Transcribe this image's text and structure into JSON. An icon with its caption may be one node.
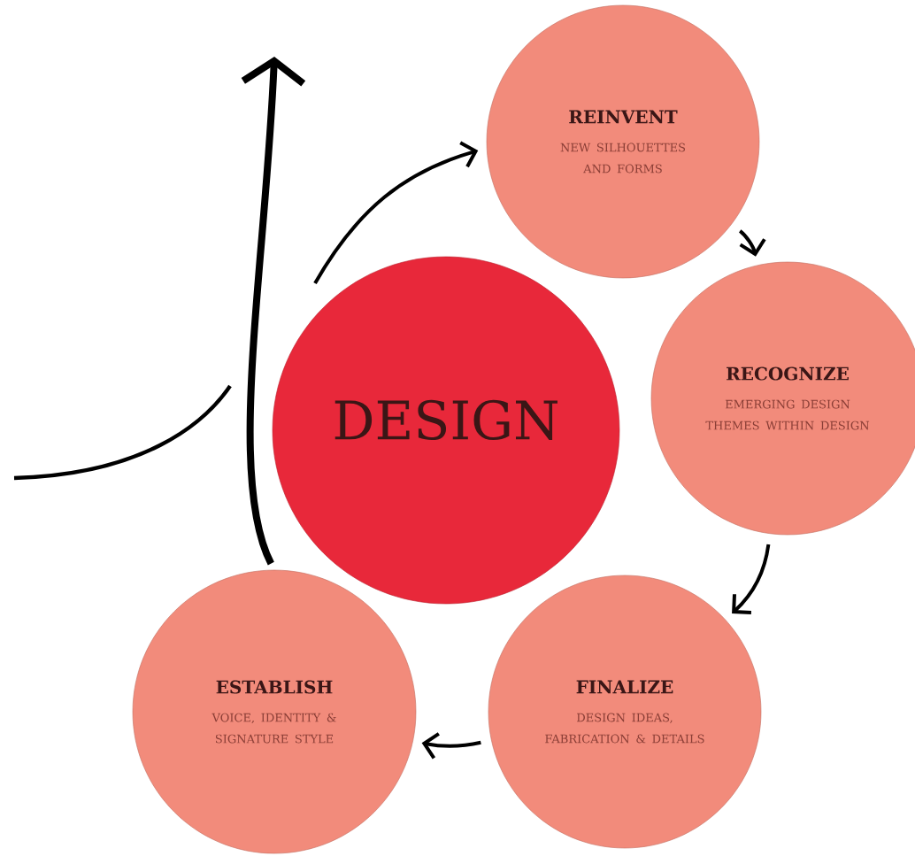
{
  "diagram": {
    "nodes": [
      {
        "text": [
          "DESIGN"
        ]
      },
      {
        "text": [
          "REINVENT",
          "NEW SILHOUETTES AND FORMS"
        ]
      },
      {
        "text": [
          "RECOGNIZE",
          "EMERGING DESIGN THEMES WITHIN DESIGN"
        ]
      },
      {
        "text": [
          "FINALIZE",
          "DESIGN IDEAS, FABRICATION & DETAILS"
        ]
      },
      {
        "text": [
          "ESTABLISH",
          "VOICE, IDENTITY & SIGNATURE STYLE"
        ]
      }
    ],
    "edges": [
      {
        "from": null,
        "to": 1,
        "arrow": "to"
      },
      {
        "from": 1,
        "to": 2,
        "arrow": "to"
      },
      {
        "from": 2,
        "to": 3,
        "arrow": "to"
      },
      {
        "from": 3,
        "to": 4,
        "arrow": "to"
      },
      {
        "from": 4,
        "to": null,
        "arrow": "to",
        "style": "thick"
      }
    ]
  }
}
